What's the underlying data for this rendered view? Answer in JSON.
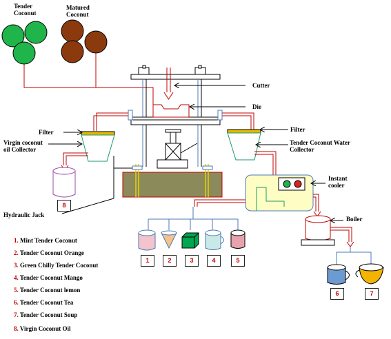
{
  "labels": {
    "tender_coconut": [
      "Tender",
      "Coconut"
    ],
    "matured_coconut": [
      "Matured",
      "Coconut"
    ],
    "cutter": "Cutter",
    "die": "Die",
    "filter_left": "Filter",
    "filter_right": "Filter",
    "virgin_oil_collector": [
      "Virgin coconut",
      "oil Collector"
    ],
    "tender_water_collector": [
      "Tender Coconut Water",
      "Collector"
    ],
    "instant_cooler": [
      "Instant",
      "cooler"
    ],
    "hydraulic_jack": "Hydraulic Jack",
    "boiler": "Boiler"
  },
  "boxes": [
    "1",
    "2",
    "3",
    "4",
    "5",
    "6",
    "7",
    "8"
  ],
  "legend": [
    {
      "num": "1.",
      "text": "Mint Tender Coconut"
    },
    {
      "num": "2.",
      "text": "Tender Coconut Orange"
    },
    {
      "num": "3.",
      "text": "Green Chilly Tender Coconut"
    },
    {
      "num": "4.",
      "text": "Tender Coconut Mango"
    },
    {
      "num": "5.",
      "text": "Tender Coconut lemon"
    },
    {
      "num": "6.",
      "text": "Tender Coconut Tea"
    },
    {
      "num": "7.",
      "text": "Tender Coconut Soup"
    },
    {
      "num": "8.",
      "text": "Virgin Coconut Oil"
    }
  ],
  "colors": {
    "tender_coconut": "#1fb54a",
    "matured_coconut": "#8b3a0e",
    "pipe_red": "#c00000",
    "pipe_blue": "#4a7ab5",
    "base_olive": "#8b8a5a",
    "cooler_yellow": "#fdfdc4"
  }
}
